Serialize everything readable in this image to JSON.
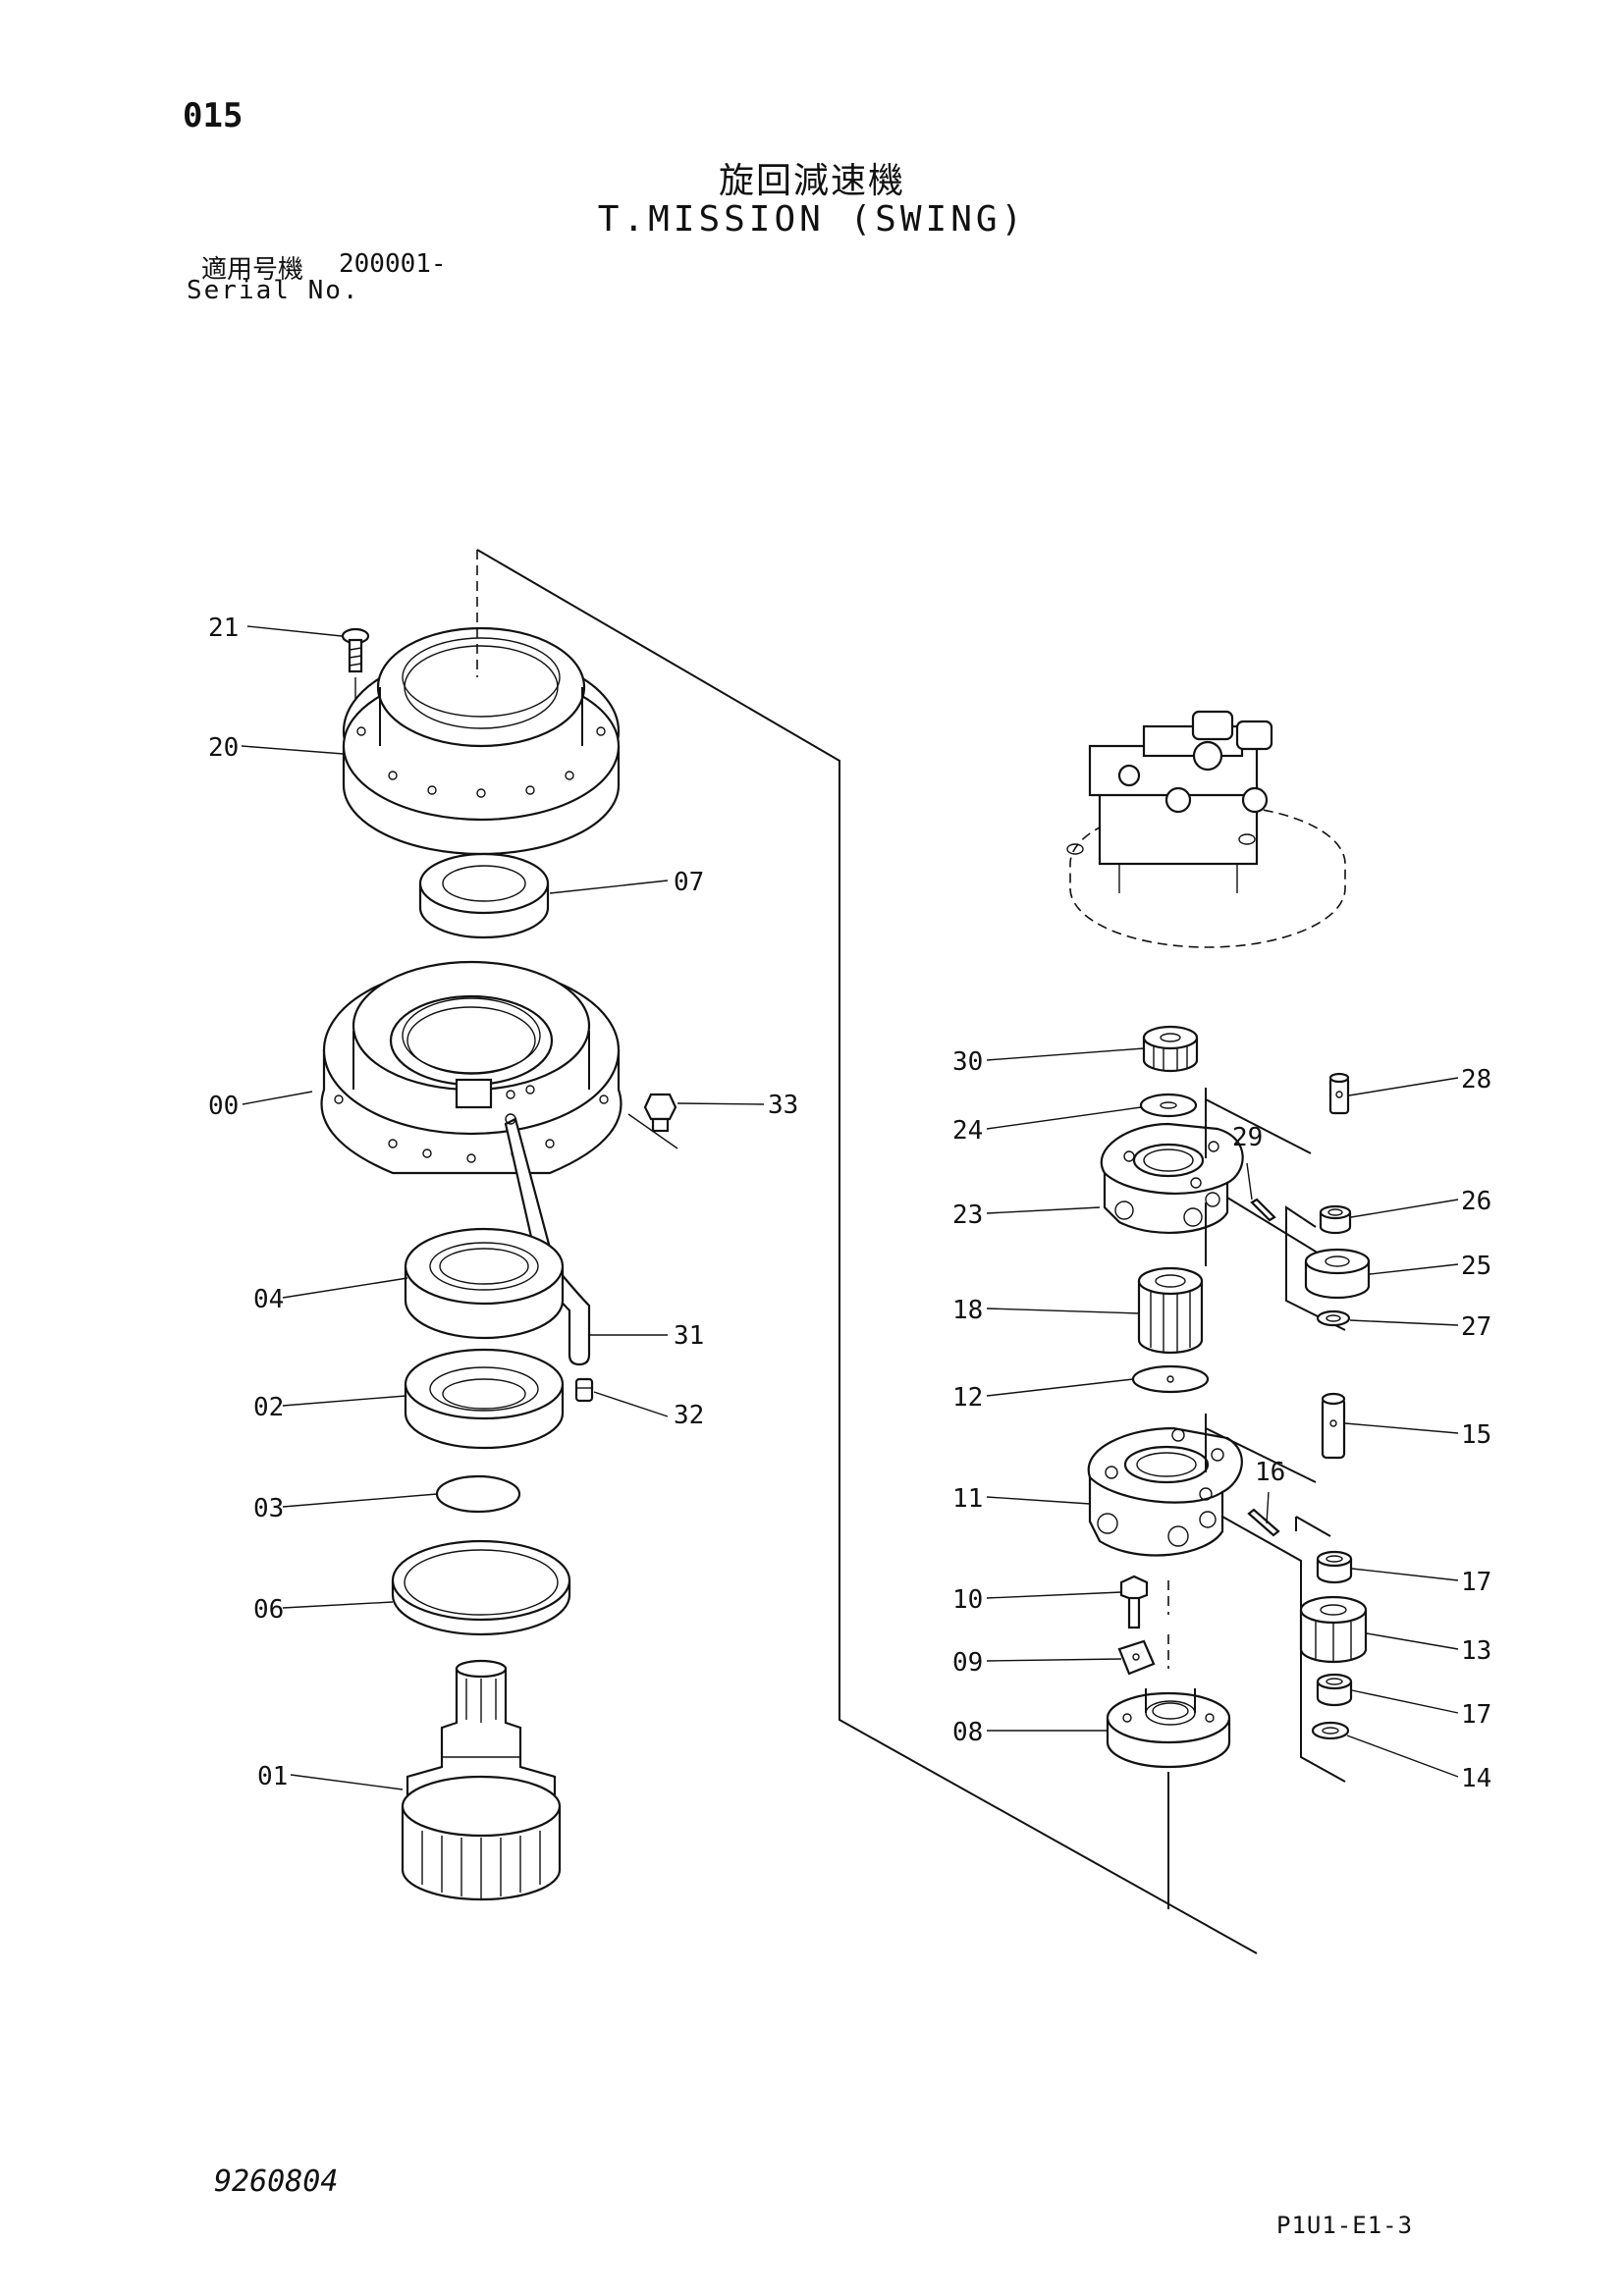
{
  "header": {
    "page_number": "015",
    "title_jp": "旋回減速機",
    "title_en": "T.MISSION (SWING)",
    "serial_label_jp": "適用号機",
    "serial_value": "200001-",
    "serial_label_en": "Serial No."
  },
  "callouts": {
    "c21": "21",
    "c20": "20",
    "c07": "07",
    "c00": "00",
    "c33": "33",
    "c04": "04",
    "c31": "31",
    "c02": "02",
    "c32": "32",
    "c03": "03",
    "c06": "06",
    "c01": "01",
    "c30": "30",
    "c28": "28",
    "c24": "24",
    "c29": "29",
    "c23": "23",
    "c26": "26",
    "c25": "25",
    "c18": "18",
    "c27": "27",
    "c12": "12",
    "c15": "15",
    "c11": "11",
    "c16": "16",
    "c17a": "17",
    "c10": "10",
    "c13": "13",
    "c09": "09",
    "c17b": "17",
    "c08": "08",
    "c14": "14"
  },
  "footer": {
    "doc_number": "9260804",
    "page_code": "P1U1-E1-3"
  }
}
